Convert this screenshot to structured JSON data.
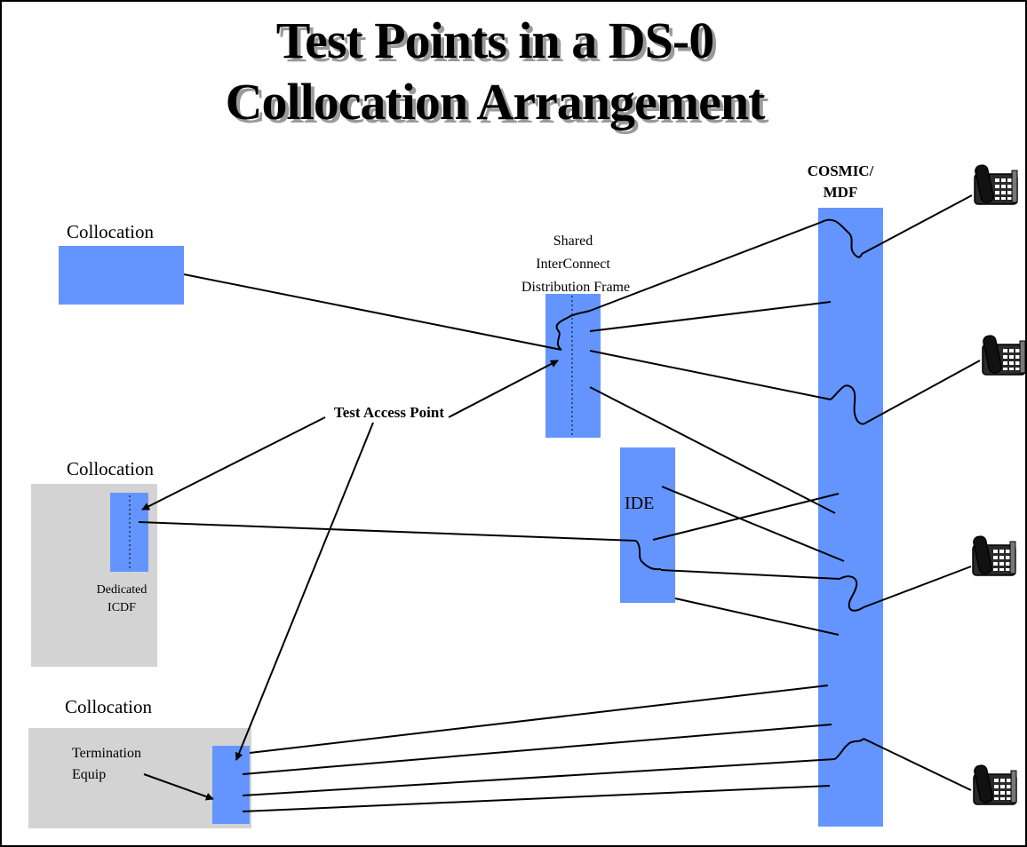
{
  "title": {
    "line1": "Test Points in a DS-0",
    "line2": "Collocation Arrangement"
  },
  "labels": {
    "collocation_top": "Collocation",
    "collocation_middle": "Collocation",
    "collocation_bottom": "Collocation",
    "dedicated_icdf_line1": "Dedicated",
    "dedicated_icdf_line2": "ICDF",
    "termination_equip_line1": "Termination",
    "termination_equip_line2": "Equip",
    "shared_icdf_line1": "Shared",
    "shared_icdf_line2": "InterConnect",
    "shared_icdf_line3": "Distribution Frame",
    "test_access_point": "Test Access Point",
    "ide": "IDE",
    "cosmic_line1": "COSMIC/",
    "cosmic_line2": "MDF"
  },
  "colors": {
    "frame_blue": "#6495ff",
    "collocation_grey": "#d3d3d3",
    "title_shadow": "#9a9a9a"
  },
  "icons": [
    "telephone-icon",
    "telephone-icon",
    "telephone-icon",
    "telephone-icon"
  ]
}
